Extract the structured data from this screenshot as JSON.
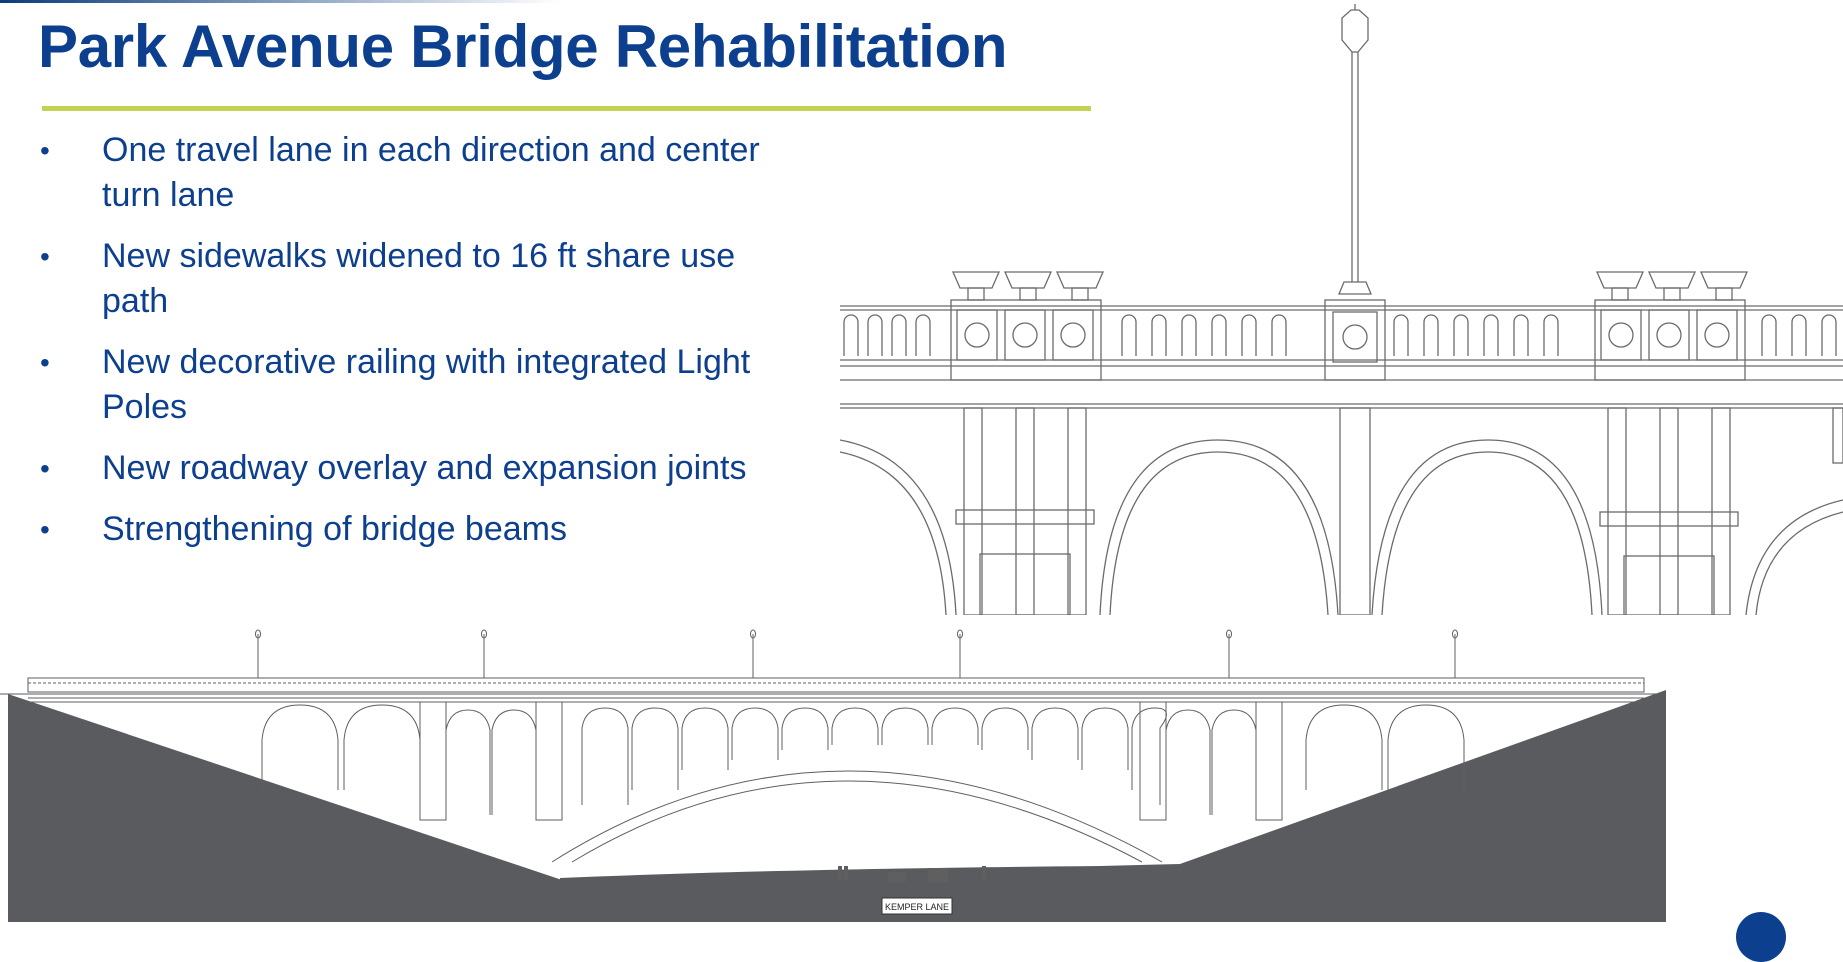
{
  "slide": {
    "title": "Park Avenue Bridge Rehabilitation",
    "bullets": [
      {
        "text": "One travel lane in each direction and center turn lane"
      },
      {
        "text": "New sidewalks widened to 16 ft share use path"
      },
      {
        "text": "New decorative railing with integrated Light Poles"
      },
      {
        "text": "New roadway overlay and expansion joints"
      },
      {
        "text": "Strengthening of bridge beams"
      }
    ],
    "bullet_symbol": "•"
  },
  "drawing": {
    "road_label": "KEMPER LANE"
  },
  "colors": {
    "title": "#0d3f8f",
    "text": "#0d3f8f",
    "rule": "#c3d254",
    "ground": "#595b5e",
    "line": "#6b6b6b"
  }
}
